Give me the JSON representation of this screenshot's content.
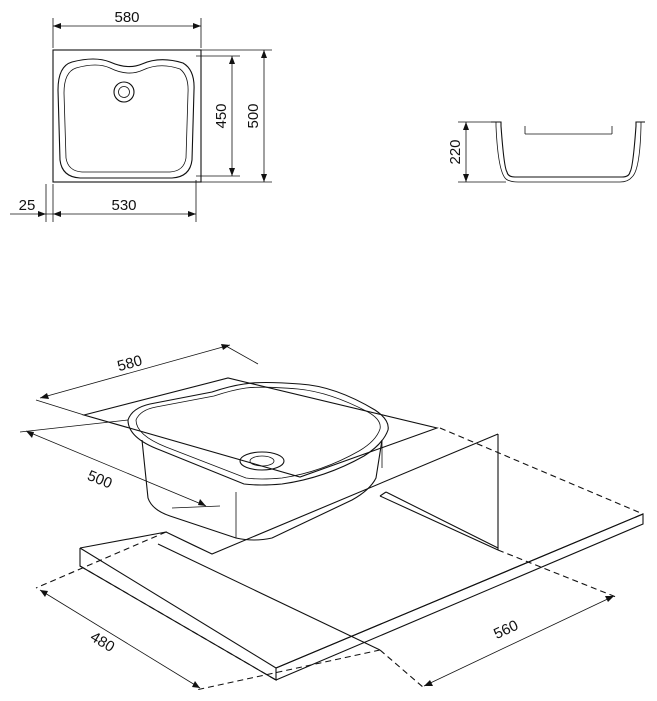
{
  "top_view": {
    "width_label": "580",
    "inner_width_label": "530",
    "offset_label": "25",
    "inner_depth_label": "450",
    "outer_depth_label": "500"
  },
  "side_view": {
    "height_label": "220"
  },
  "iso_view": {
    "width_label": "580",
    "depth_label": "500",
    "cutout_depth_label": "480",
    "cutout_width_label": "560"
  }
}
